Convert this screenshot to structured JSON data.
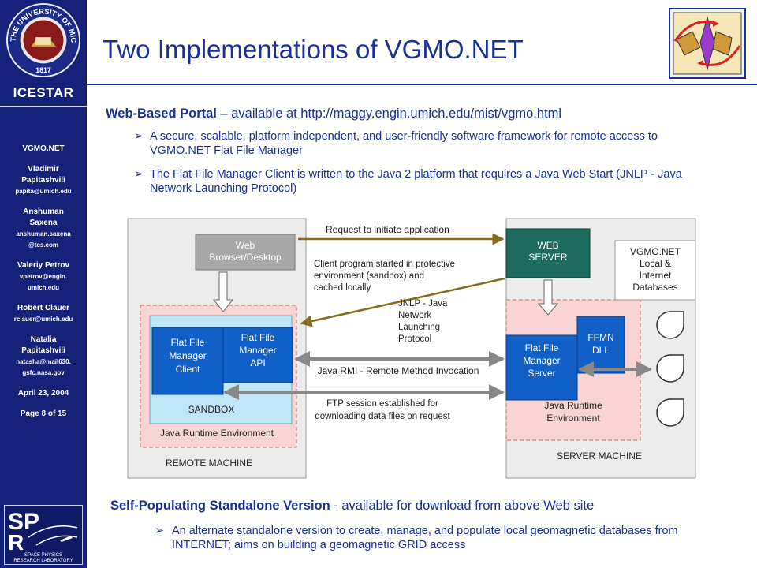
{
  "sidebar": {
    "seal_text": "THE UNIVERSITY OF MICHIGAN",
    "seal_year": "1817",
    "org": "ICESTAR",
    "project": "VGMO.NET",
    "authors": [
      {
        "first": "Vladimir",
        "last": "Papitashvili",
        "email": "papita@umich.edu"
      },
      {
        "first": "Anshuman",
        "last": "Saxena",
        "email1": "anshuman.saxena",
        "email2": "@tcs.com"
      },
      {
        "name": "Valeriy Petrov",
        "email1": "vpetrov@engin.",
        "email2": "umich.edu"
      },
      {
        "name": "Robert Clauer",
        "email": "rclauer@umich.edu"
      },
      {
        "first": "Natalia",
        "last": "Papitashvili",
        "email1": "natasha@mail630.",
        "email2": "gsfc.nasa.gov"
      }
    ],
    "date": "April 23, 2004",
    "page": "Page 8 of 15",
    "sprl_label1": "SPACE PHYSICS",
    "sprl_label2": "RESEARCH LABORATORY"
  },
  "slide": {
    "title": "Two Implementations of VGMO.NET",
    "section1_bold": "Web-Based Portal",
    "section1_rest": " – available at http://maggy.engin.umich.edu/mist/vgmo.html",
    "bullet1": "A secure, scalable, platform independent, and user-friendly software framework for remote access to VGMO.NET Flat File Manager",
    "bullet2": "The Flat File Manager Client is written to the Java 2 platform that requires a Java Web Start (JNLP - Java Network Launching Protocol)",
    "section2_bold": "Self-Populating Standalone Version",
    "section2_rest": " - available for download from above Web site",
    "bullet3": "An alternate standalone version to create, manage, and populate local geomagnetic databases from INTERNET; aims on building a geomagnetic GRID access",
    "bullet_glyph": "➢"
  },
  "diagram": {
    "web_browser": [
      "Web",
      "Browser/Desktop"
    ],
    "request": "Request to initiate application",
    "client_started": [
      "Client program started in protective",
      "environment (sandbox) and",
      "cached locally"
    ],
    "jnlp": [
      "JNLP - Java",
      "Network",
      "Launching",
      "Protocol"
    ],
    "web_server": [
      "WEB",
      "SERVER"
    ],
    "vgmo_db": [
      "VGMO.NET",
      "Local &",
      "Internet",
      "Databases"
    ],
    "ffm_client": [
      "Flat File",
      "Manager",
      "Client"
    ],
    "ffm_api": [
      "Flat File",
      "Manager",
      "API"
    ],
    "rmi": "Java RMI - Remote Method Invocation",
    "ffmn_dll": [
      "FFMN",
      "DLL"
    ],
    "ffm_server": [
      "Flat File",
      "Manager",
      "Server"
    ],
    "sandbox": "SANDBOX",
    "ftp": [
      "FTP session established for",
      "downloading data files on request"
    ],
    "jre_left": "Java Runtime Environment",
    "jre_right": [
      "Java Runtime",
      "Environment"
    ],
    "remote_machine": "REMOTE MACHINE",
    "server_machine": "SERVER MACHINE"
  },
  "colors": {
    "sidebar": "#14227a",
    "title": "#1a2f9a",
    "box_blue": "#1060c8",
    "box_green": "#1d6b5e",
    "sandbox": "#bfe6f6",
    "jre_pink": "#f8d4d4",
    "machine_gray": "#ececec",
    "arrow_olive": "#8a6a1a"
  }
}
